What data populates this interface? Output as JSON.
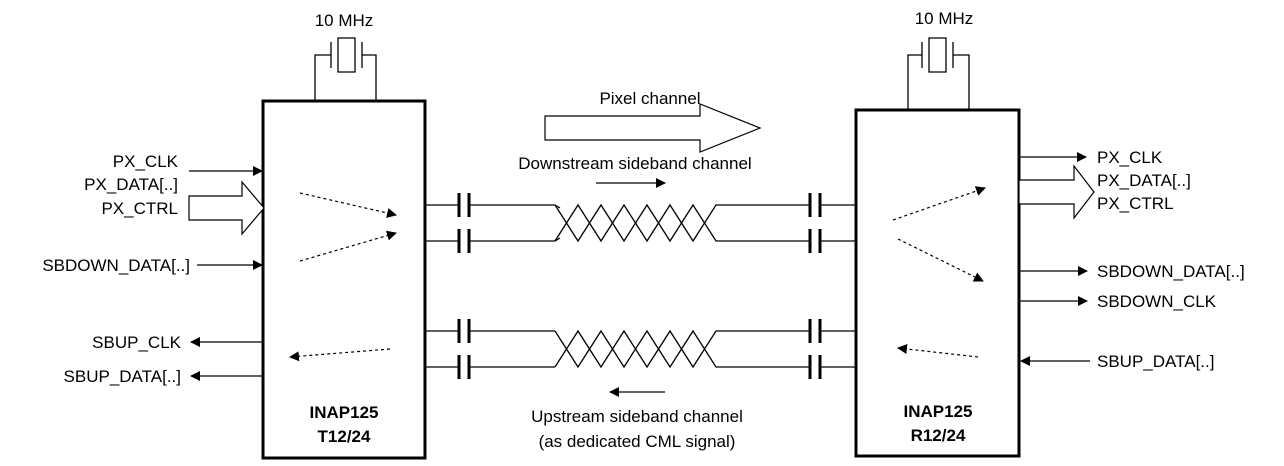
{
  "clock_label": "10 MHz",
  "transmitter": {
    "name": "INAP125",
    "variant": "T12/24"
  },
  "receiver": {
    "name": "INAP125",
    "variant": "R12/24"
  },
  "channels": {
    "pixel": "Pixel channel",
    "downstream": "Downstream sideband channel",
    "upstream_line1": "Upstream sideband channel",
    "upstream_line2": "(as dedicated CML signal)"
  },
  "tx_signals": {
    "px_clk": "PX_CLK",
    "px_data": "PX_DATA[..]",
    "px_ctrl": "PX_CTRL",
    "sbdown_data": "SBDOWN_DATA[..]",
    "sbup_clk": "SBUP_CLK",
    "sbup_data": "SBUP_DATA[..]"
  },
  "rx_signals": {
    "px_clk": "PX_CLK",
    "px_data": "PX_DATA[..]",
    "px_ctrl": "PX_CTRL",
    "sbdown_data": "SBDOWN_DATA[..]",
    "sbdown_clk": "SBDOWN_CLK",
    "sbup_data": "SBUP_DATA[..]"
  }
}
